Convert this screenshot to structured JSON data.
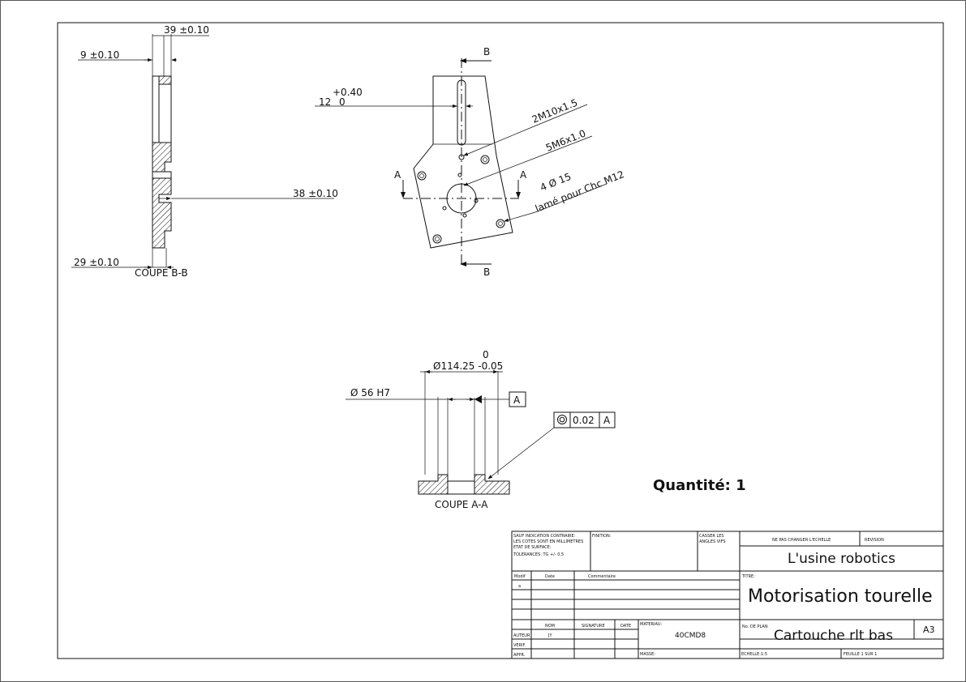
{
  "section_bb": {
    "dim_39": "39 ±0.10",
    "dim_9": "9 ±0.10",
    "dim_38": "38 ±0.10",
    "dim_29": "29 ±0.10",
    "label": "COUPE B-B"
  },
  "front_view": {
    "dim_12_tol": "+0.40",
    "dim_12": "12",
    "dim_12_lower": "0",
    "note_2m10": "2M10x1.5",
    "note_5m6": "5M6x1.0",
    "note_4d15": "4 Ø 15",
    "note_lame": "lamé pour Chc M12",
    "marker_b": "B",
    "marker_a": "A"
  },
  "section_aa": {
    "dim_114_upper": "0",
    "dim_114": "Ø114.25 -0.05",
    "dim_56": "Ø 56 H7",
    "datum": "A",
    "tolerance_value": "0.02",
    "tolerance_datum": "A",
    "label": "COUPE A-A"
  },
  "quantity": "Quantité: 1",
  "title_block": {
    "general_note_1": "SAUF INDICATION CONTRAIRE:",
    "general_note_2": "LES COTES SONT EN MILLIMETRES",
    "general_note_3": "ETAT DE SURFACE:",
    "general_note_4": "TOLERANCES: TG +/- 0.5",
    "finish_label": "FINITION:",
    "break_edges_1": "CASSER LES",
    "break_edges_2": "ANGLES VIFS",
    "no_scale": "NE PAS CHANGER L'ECHELLE",
    "revision_label": "REVISION",
    "company": "L'usine robotics",
    "title_label": "TITRE:",
    "title": "Motorisation tourelle",
    "rev_headers": [
      "Modif",
      "Date",
      "Commentaire"
    ],
    "rev_row_1": "a",
    "sig_headers": [
      "NOM",
      "SIGNATURE",
      "DATE"
    ],
    "roles": [
      "AUTEUR",
      "VERIF.",
      "APPR."
    ],
    "author_name": "JY",
    "material_label": "MATERIAU:",
    "material": "40CMD8",
    "drawing_no_label": "No. DE PLAN",
    "drawing_no": "Cartouche rlt bas",
    "format": "A3",
    "mass_label": "MASSE:",
    "scale": "ECHELLE:1:5",
    "sheet": "FEUILLE 1 SUR 1"
  }
}
